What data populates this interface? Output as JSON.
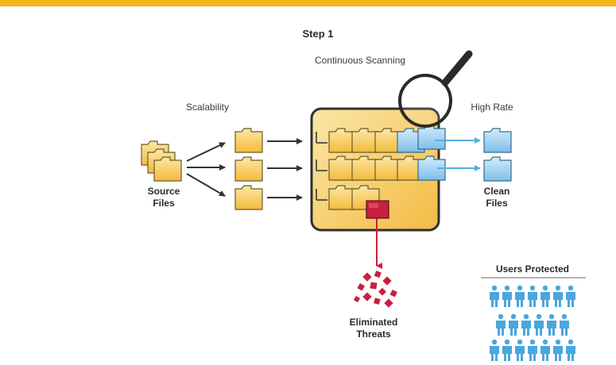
{
  "colors": {
    "accent_bar": "#f5b21b",
    "folder_yellow": "#f5c842",
    "folder_blue": "#8ec8ef",
    "threat_red": "#c8203f",
    "arrow_blue": "#55b0e0",
    "people_blue": "#4ba6dd",
    "box_fill": "#f7d27a"
  },
  "title": "Step 1",
  "labels": {
    "continuous_scanning": "Continuous Scanning",
    "scalability": "Scalability",
    "high_rate": "High Rate",
    "source_files": [
      "Source",
      "Files"
    ],
    "clean_files": [
      "Clean",
      "Files"
    ],
    "eliminated_threats": [
      "Eliminated",
      "Threats"
    ],
    "users_protected": "Users Protected"
  },
  "icons": {
    "magnifier": "magnifier-icon",
    "folder": "folder-icon",
    "threat": "threat-square-icon",
    "person": "person-icon"
  },
  "users_protected_rows": [
    7,
    6,
    7
  ]
}
